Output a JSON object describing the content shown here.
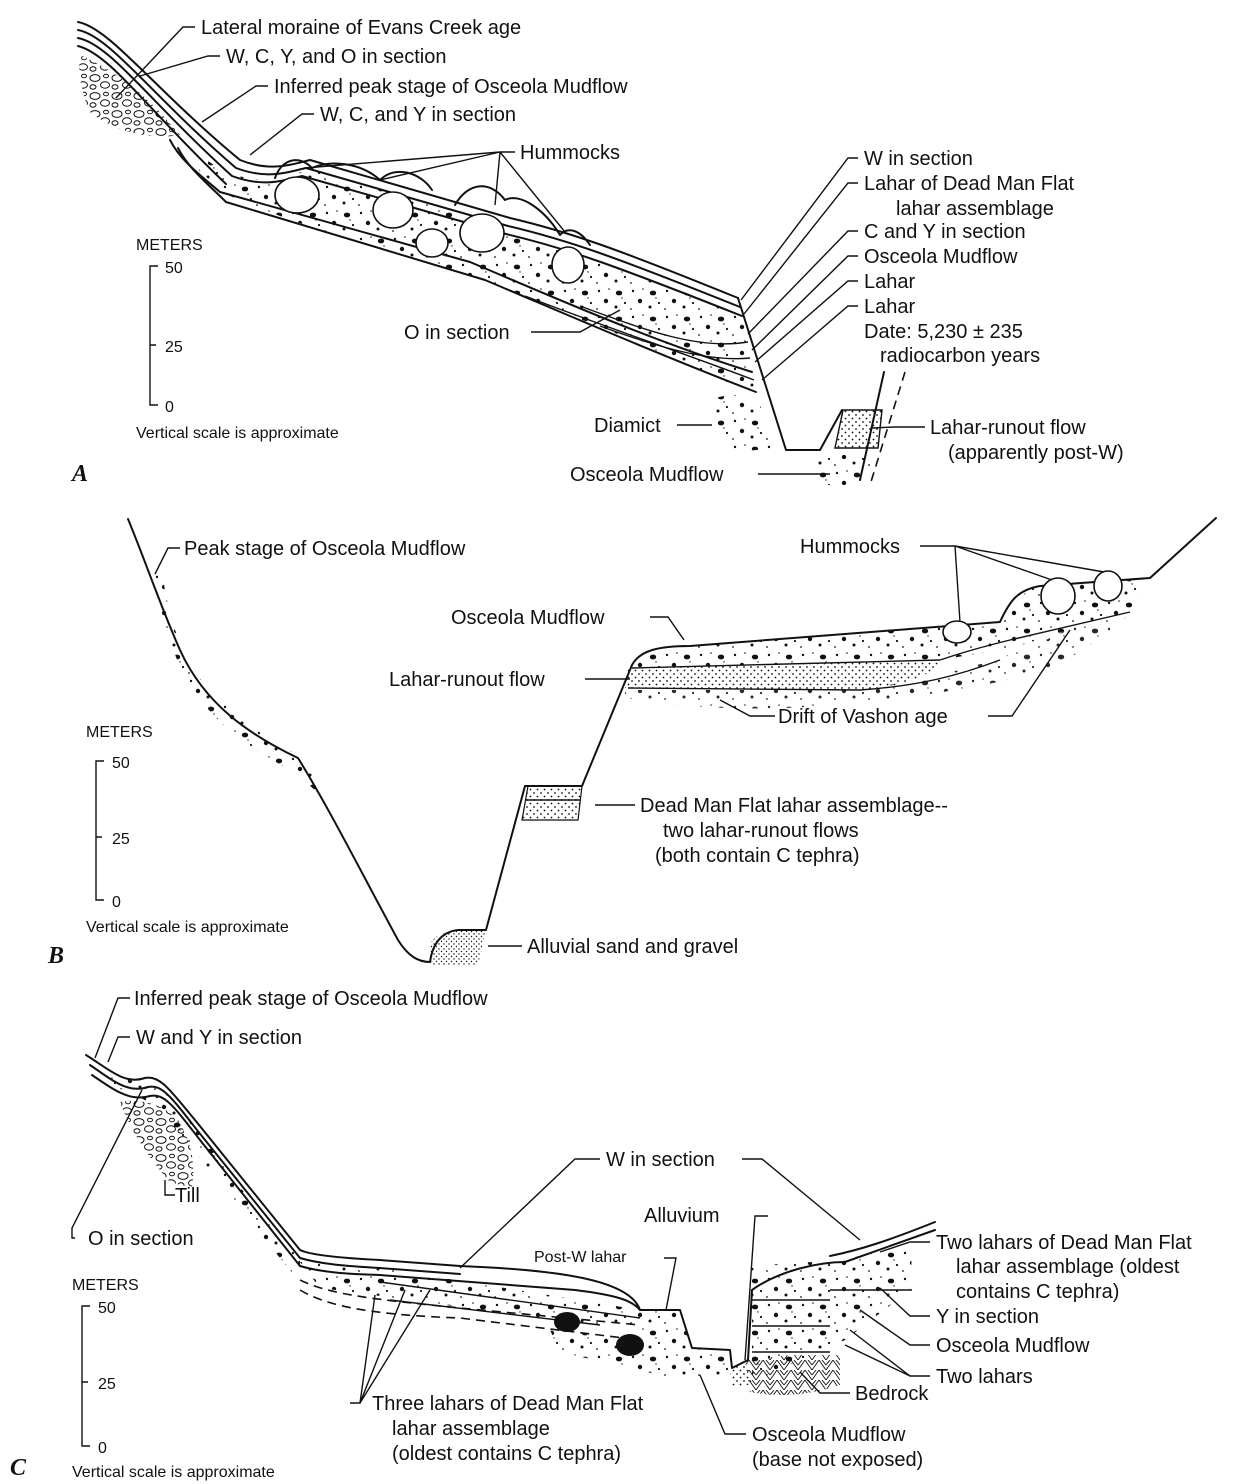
{
  "panels": {
    "A": {
      "letter": "A",
      "labels": {
        "lateral_moraine": "Lateral moraine of Evans Creek age",
        "wcyo": "W, C, Y, and O in section",
        "inferred_peak": "Inferred peak stage of Osceola Mudflow",
        "wcy": "W, C, and Y in section",
        "hummocks": "Hummocks",
        "w_in_section": "W in section",
        "dead_man_1": "Lahar of Dead Man Flat",
        "dead_man_2": "lahar assemblage",
        "c_and_y": "C and Y in section",
        "osceola": "Osceola Mudflow",
        "lahar_1": "Lahar",
        "lahar_2": "Lahar",
        "date_1": "Date: 5,230 ± 235",
        "date_2": "radiocarbon years",
        "o_in_section": "O in section",
        "diamict": "Diamict",
        "runout_1": "Lahar-runout flow",
        "runout_2": "(apparently post-W)",
        "osceola_bottom": "Osceola Mudflow"
      },
      "scale": {
        "title": "METERS",
        "ticks": [
          "50",
          "25",
          "0"
        ],
        "note": "Vertical scale is approximate"
      }
    },
    "B": {
      "letter": "B",
      "labels": {
        "peak_stage": "Peak stage of Osceola Mudflow",
        "hummocks": "Hummocks",
        "osceola": "Osceola Mudflow",
        "runout": "Lahar-runout flow",
        "drift": "Drift of Vashon age",
        "dead_man_1": "Dead Man Flat lahar assemblage--",
        "dead_man_2": "two lahar-runout flows",
        "dead_man_3": "(both contain C tephra)",
        "alluvial": "Alluvial sand and gravel"
      },
      "scale": {
        "title": "METERS",
        "ticks": [
          "50",
          "25",
          "0"
        ],
        "note": "Vertical scale is approximate"
      }
    },
    "C": {
      "letter": "C",
      "labels": {
        "inferred_peak": "Inferred peak stage of Osceola Mudflow",
        "w_and_y": "W and Y in section",
        "till": "Till",
        "o_in_section": "O in section",
        "w_in_section": "W in section",
        "alluvium": "Alluvium",
        "post_w": "Post-W lahar",
        "two_lahars_dmf_1": "Two lahars of Dead Man Flat",
        "two_lahars_dmf_2": "lahar assemblage (oldest",
        "two_lahars_dmf_3": "contains C tephra)",
        "y_in_section": "Y in section",
        "osceola": "Osceola Mudflow",
        "two_lahars": "Two lahars",
        "bedrock": "Bedrock",
        "three_lahars_1": "Three lahars of Dead Man Flat",
        "three_lahars_2": "lahar assemblage",
        "three_lahars_3": "(oldest contains C tephra)",
        "osceola_bottom_1": "Osceola Mudflow",
        "osceola_bottom_2": "(base not exposed)"
      },
      "scale": {
        "title": "METERS",
        "ticks": [
          "50",
          "25",
          "0"
        ],
        "note": "Vertical scale is approximate"
      }
    }
  }
}
